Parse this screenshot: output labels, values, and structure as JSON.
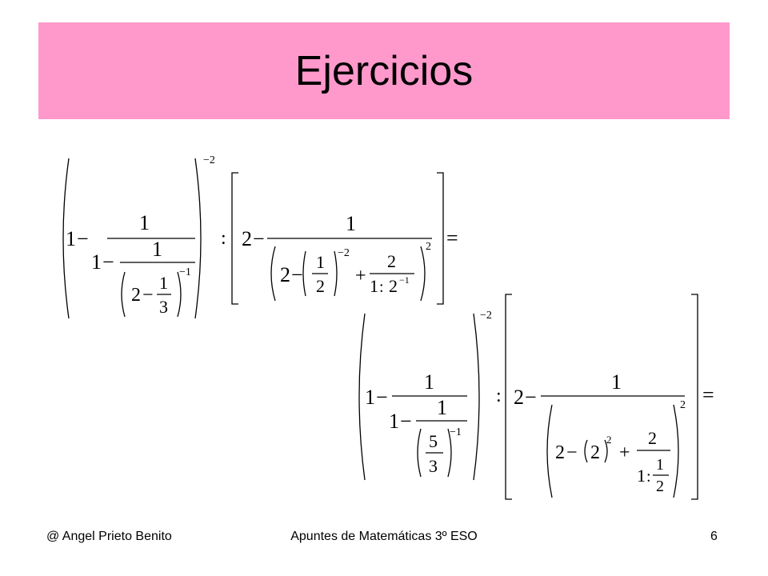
{
  "colors": {
    "title_background": "#ff99cc"
  },
  "slide": {
    "title": "Ejercicios"
  },
  "expr1": {
    "n_one": "1",
    "minus": "−",
    "plus": "+",
    "colon": ":",
    "equals": "=",
    "exp_outer": "−2",
    "exp_inner": "−1",
    "exp_sq": "2",
    "exp_neg2": "−2",
    "two": "2",
    "three": "3"
  },
  "expr2": {
    "n_one": "1",
    "minus": "−",
    "plus": "+",
    "colon": ":",
    "equals": "=",
    "exp_outer": "−2",
    "exp_inner": "−1",
    "exp_sq": "2",
    "two": "2",
    "five": "5",
    "three": "3"
  },
  "footer": {
    "author": "@ Angel Prieto Benito",
    "course": "Apuntes de Matemáticas 3º ESO",
    "page": "6"
  }
}
